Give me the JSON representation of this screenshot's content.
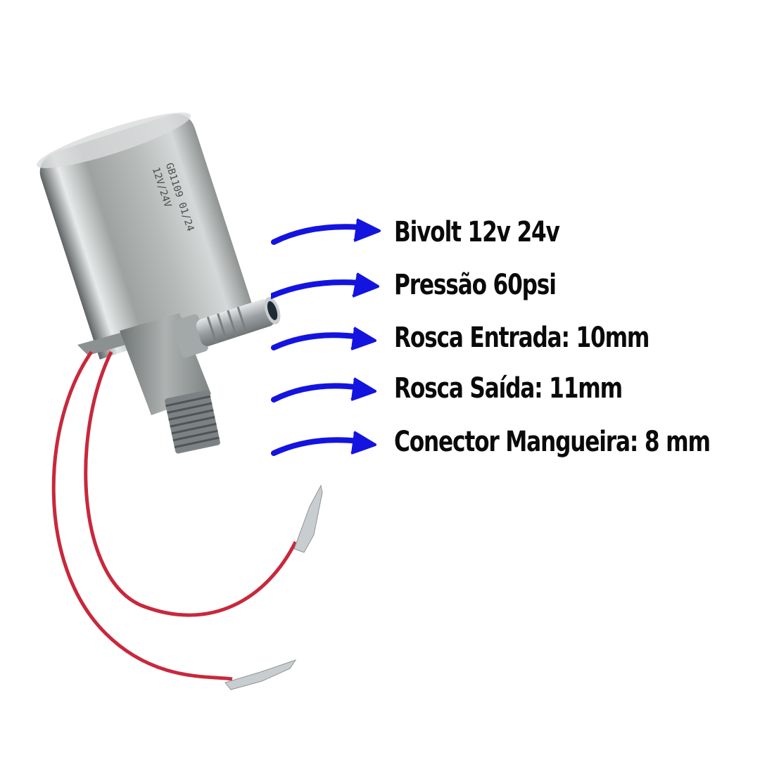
{
  "product": {
    "name": "solenoid-valve",
    "body_engraving": [
      "12V/24V",
      "GB1109",
      "01/24"
    ],
    "colors": {
      "arrow": "#1414e0",
      "text": "#0a0a0a",
      "wire": "#c8283c",
      "metal": "#a9aeb0"
    }
  },
  "specs": [
    {
      "label": "Bivolt 12v 24v"
    },
    {
      "label": "Pressão 60psi"
    },
    {
      "label": "Rosca Entrada: 10mm"
    },
    {
      "label": "Rosca Saída: 11mm"
    },
    {
      "label": "Conector Mangueira: 8 mm"
    }
  ]
}
